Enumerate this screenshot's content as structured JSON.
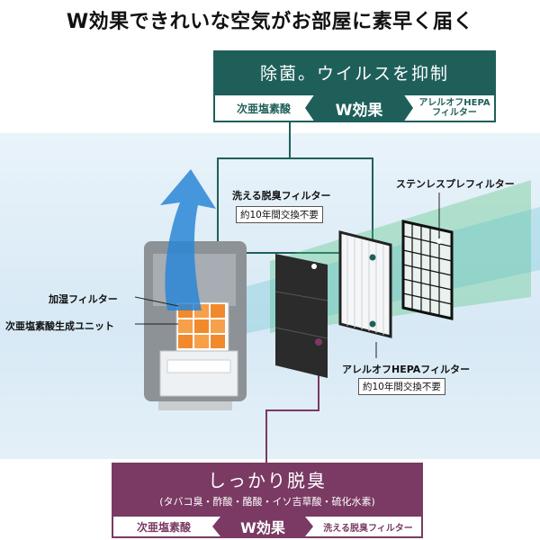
{
  "headline": "W効果できれいな空気がお部屋に素早く届く",
  "top_panel": {
    "title": "除菌。ウイルスを抑制",
    "left_tab": "次亜塩素酸",
    "center_tab": "W効果",
    "right_tab_line1": "アレルオフHEPA",
    "right_tab_line2": "フィルター"
  },
  "labels": {
    "washable_filter": "洗える脱臭フィルター",
    "washable_filter_note": "約10年間交換不要",
    "stainless_prefilter": "ステンレスプレフィルター",
    "humidifier_filter": "加湿フィルター",
    "hypochlorous_unit": "次亜塩素酸生成ユニット",
    "hepa_filter": "アレルオフHEPAフィルター",
    "hepa_filter_note": "約10年間交換不要"
  },
  "bottom_panel": {
    "title": "しっかり脱臭",
    "subtitle": "(タバコ臭・酢酸・酪酸・イソ吉草酸・硫化水素)",
    "left_tab": "次亜塩素酸",
    "center_tab": "W効果",
    "right_tab": "洗える脱臭フィルター"
  },
  "colors": {
    "teal": "#1f5f5a",
    "purple": "#7a3a63",
    "airflow_blue": "#2a86d6",
    "airflow_green": "#4fc27a",
    "filter_orange": "#f08a2c"
  }
}
